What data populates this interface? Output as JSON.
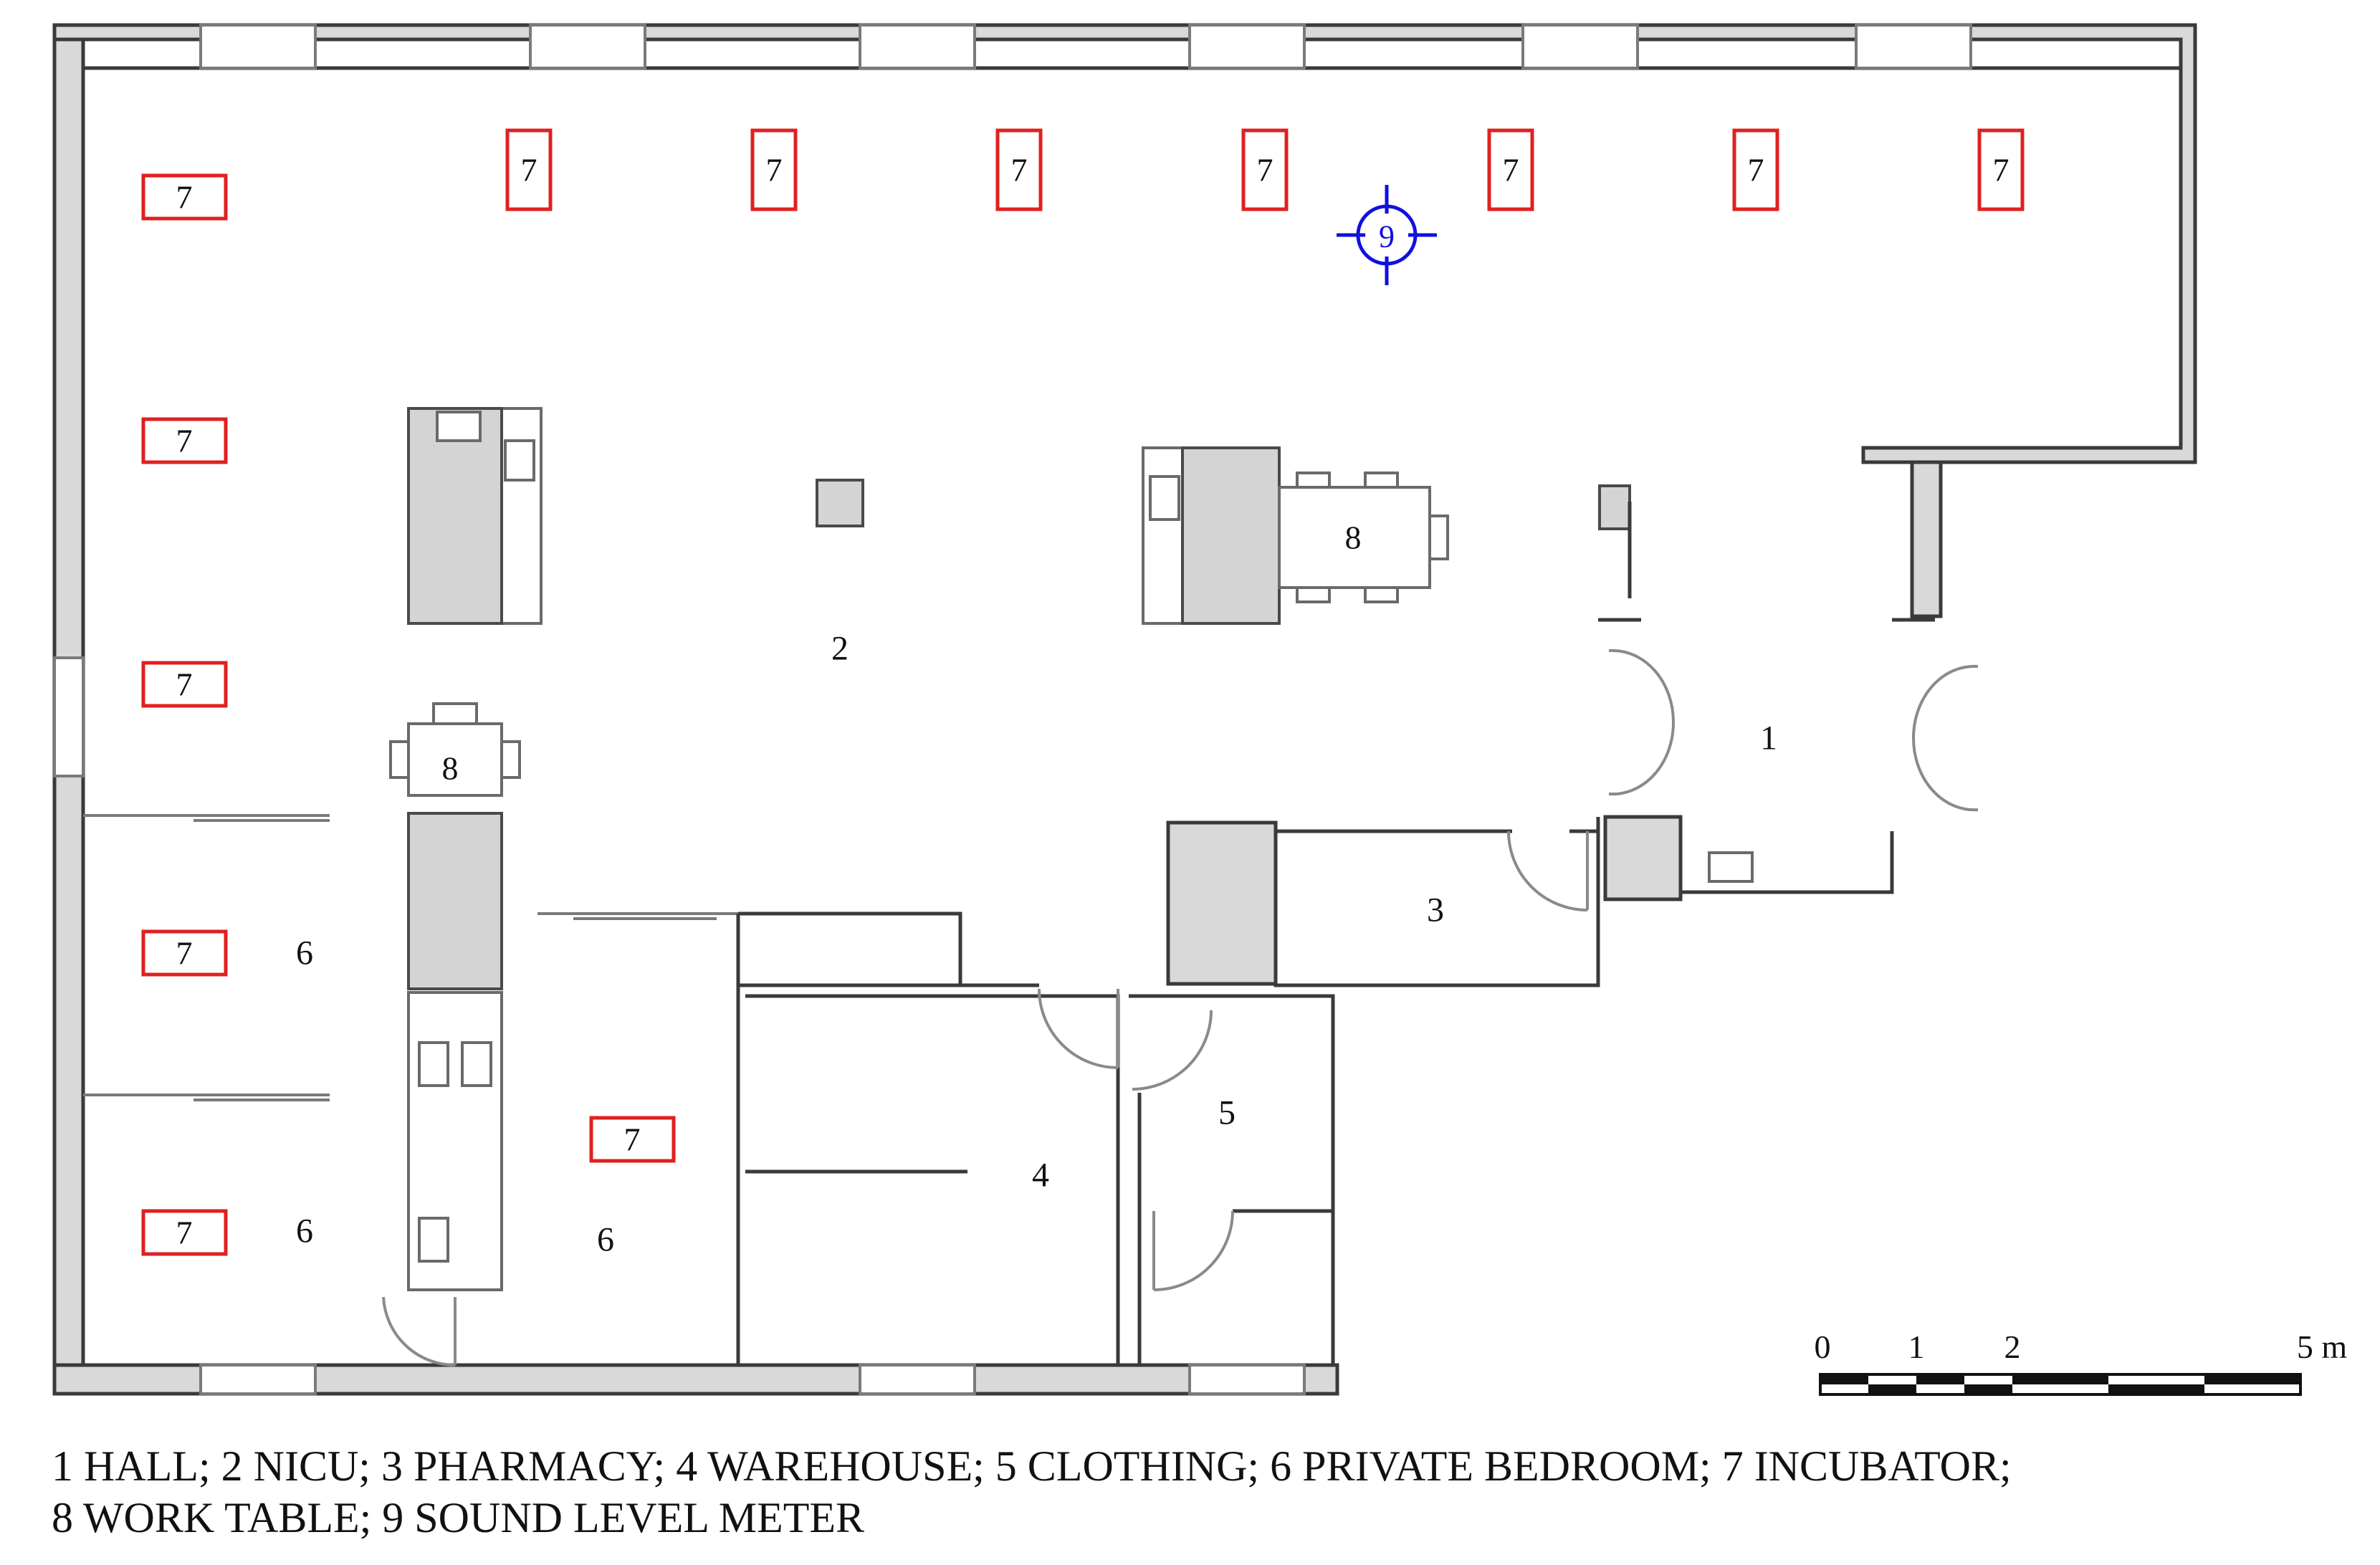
{
  "plan": {
    "room_labels": {
      "hall": "1",
      "nicu": "2",
      "pharmacy": "3",
      "warehouse": "4",
      "clothing": "5",
      "bedroom_a": "6",
      "bedroom_b": "6",
      "bedroom_c": "6"
    },
    "incubator_label": "7",
    "work_table_label": "8",
    "sound_meter_label": "9",
    "colors": {
      "incubator": "#e02020",
      "sound_meter": "#1010e0",
      "wall_fill": "#d9d9d9"
    }
  },
  "scale_bar": {
    "ticks": [
      "0",
      "1",
      "2",
      "5 m"
    ]
  },
  "legend": {
    "line1": "1 HALL; 2 NICU; 3 PHARMACY; 4 WAREHOUSE; 5 CLOTHING; 6 PRIVATE BEDROOM; 7 INCUBATOR;",
    "line2": "8 WORK TABLE; 9 SOUND LEVEL METER"
  }
}
